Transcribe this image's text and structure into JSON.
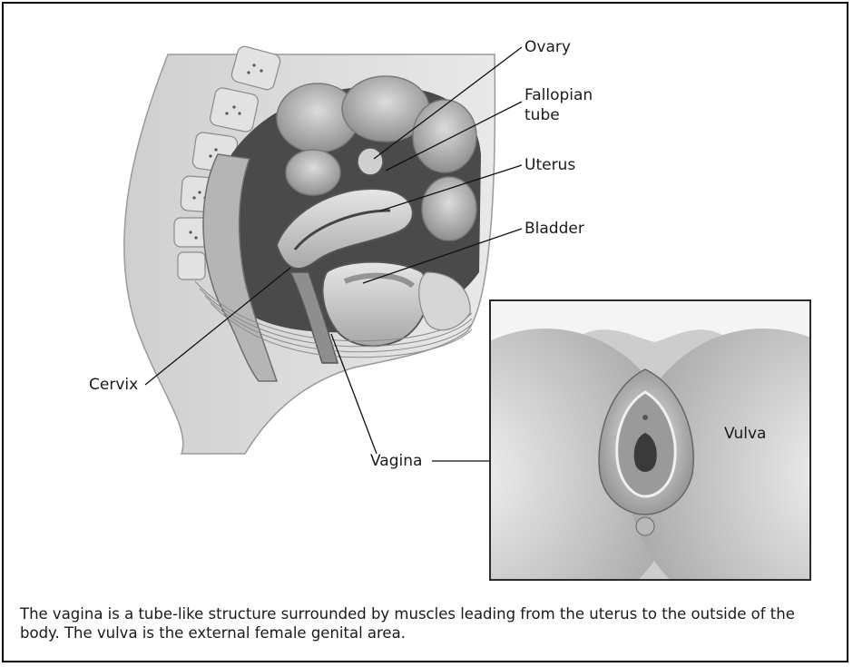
{
  "labels": {
    "ovary": "Ovary",
    "fallopian_tube_line1": "Fallopian",
    "fallopian_tube_line2": "tube",
    "uterus": "Uterus",
    "bladder": "Bladder",
    "cervix": "Cervix",
    "vagina": "Vagina",
    "vulva": "Vulva"
  },
  "caption": "The vagina is a tube-like structure surrounded by muscles leading from the uterus to the outside of the body. The vulva is the external female genital area."
}
